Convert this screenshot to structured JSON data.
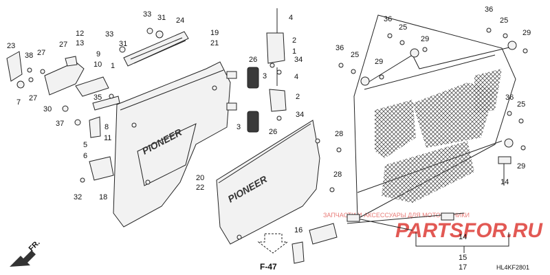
{
  "diagram_code": "HL4KF2801",
  "front_marker": "FR.",
  "section_ref": "F-47",
  "watermark": {
    "text": "PARTSFOR.RU",
    "subtext": "ЗАПЧАСТИ И АКСЕССУАРЫ ДЛЯ МОТОТЕХНИКИ"
  },
  "colors": {
    "watermark": "#d9221c",
    "ink": "#222222",
    "mesh": "#555555"
  },
  "callouts": {
    "c23": "23",
    "c38": "38",
    "c27a": "27",
    "c27b": "27",
    "c27c": "27",
    "c7": "7",
    "c12": "12",
    "c13": "13",
    "c9": "9",
    "c10": "10",
    "c33a": "33",
    "c31a": "31",
    "c24": "24",
    "c33b": "33",
    "c31b": "31",
    "c1": "1",
    "c19": "19",
    "c21": "21",
    "c35": "35",
    "c30": "30",
    "c37": "37",
    "c8": "8",
    "c11": "11",
    "c5": "5",
    "c6": "6",
    "c32": "32",
    "c18": "18",
    "c4a": "4",
    "c2a": "2",
    "c26a": "26",
    "c34a": "34",
    "c3a": "3",
    "c4b": "4",
    "c2b": "2",
    "c34b": "34",
    "c3b": "3",
    "c26b": "26",
    "c20": "20",
    "c22": "22",
    "c28a": "28",
    "c28b": "28",
    "c16": "16",
    "c36a": "36",
    "c25a": "25",
    "c29a": "29",
    "c36b": "36",
    "c25b": "25",
    "c29b": "29",
    "c36c": "36",
    "c25c": "25",
    "c29c": "29",
    "c36d": "36",
    "c25d": "25",
    "c29d": "29",
    "c14a": "14",
    "c14b": "14",
    "c15": "15",
    "c17": "17"
  }
}
